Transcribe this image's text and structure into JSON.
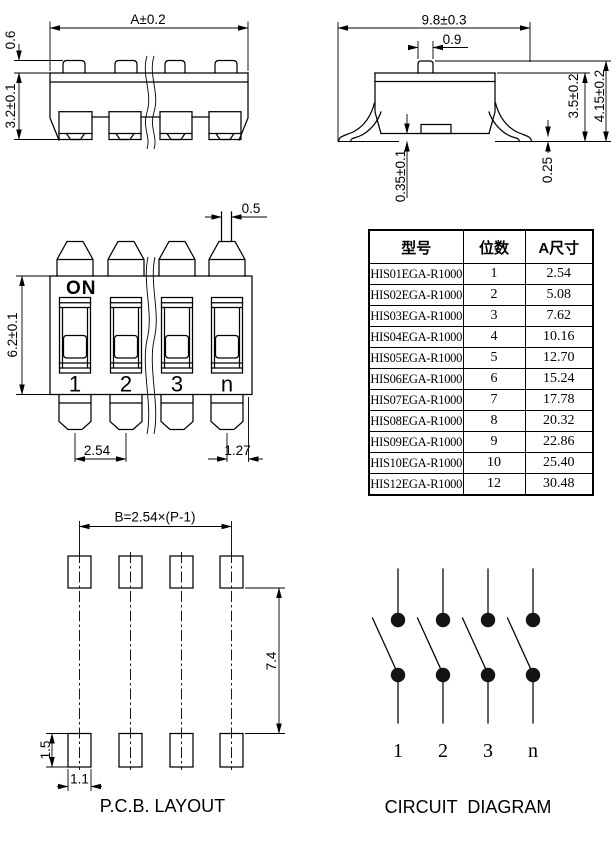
{
  "colors": {
    "line": "#000000",
    "background": "#ffffff"
  },
  "top_view": {
    "dim_width": "A±0.2",
    "dim_bump_height": "0.6",
    "dim_body_height": "3.2±0.1"
  },
  "side_view": {
    "dim_width": "9.8±0.3",
    "dim_actuator_width": "0.9",
    "dim_body_height": "3.5±0.2",
    "dim_total_height": "4.15±0.2",
    "dim_standoff": "0.35±0.1",
    "dim_lead_thickness": "0.25"
  },
  "front_view": {
    "on_label": "ON",
    "dim_actuator_tip": "0.5",
    "dim_height": "6.2±0.1",
    "dim_pitch": "2.54",
    "dim_end_pitch": "1.27",
    "positions": [
      "1",
      "2",
      "3",
      "n"
    ]
  },
  "pcb_layout": {
    "dim_span": "B=2.54×(P-1)",
    "dim_row_gap": "7.4",
    "dim_pad_height": "1.5",
    "dim_pad_width": "1.1",
    "caption": "P.C.B. LAYOUT"
  },
  "circuit_diagram": {
    "positions": [
      "1",
      "2",
      "3",
      "n"
    ],
    "caption": "CIRCUIT DIAGRAM"
  },
  "spec_table": {
    "headers": [
      "型号",
      "位数",
      "A尺寸"
    ],
    "rows": [
      [
        "HIS01EGA-R1000",
        "1",
        "2.54"
      ],
      [
        "HIS02EGA-R1000",
        "2",
        "5.08"
      ],
      [
        "HIS03EGA-R1000",
        "3",
        "7.62"
      ],
      [
        "HIS04EGA-R1000",
        "4",
        "10.16"
      ],
      [
        "HIS05EGA-R1000",
        "5",
        "12.70"
      ],
      [
        "HIS06EGA-R1000",
        "6",
        "15.24"
      ],
      [
        "HIS07EGA-R1000",
        "7",
        "17.78"
      ],
      [
        "HIS08EGA-R1000",
        "8",
        "20.32"
      ],
      [
        "HIS09EGA-R1000",
        "9",
        "22.86"
      ],
      [
        "HIS10EGA-R1000",
        "10",
        "25.40"
      ],
      [
        "HIS12EGA-R1000",
        "12",
        "30.48"
      ]
    ]
  }
}
